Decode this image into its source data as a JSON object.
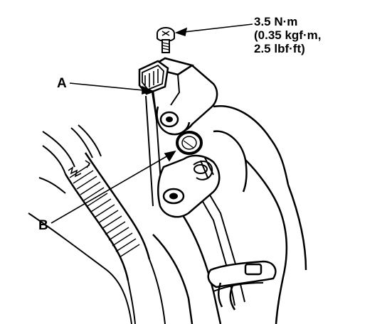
{
  "torque_spec": {
    "line1": "3.5 N·m",
    "line2": "(0.35 kgf·m,",
    "line3": "2.5 lbf·ft)"
  },
  "callouts": {
    "a": "A",
    "b": "B"
  },
  "colors": {
    "ink": "#000000",
    "paper": "#ffffff"
  }
}
